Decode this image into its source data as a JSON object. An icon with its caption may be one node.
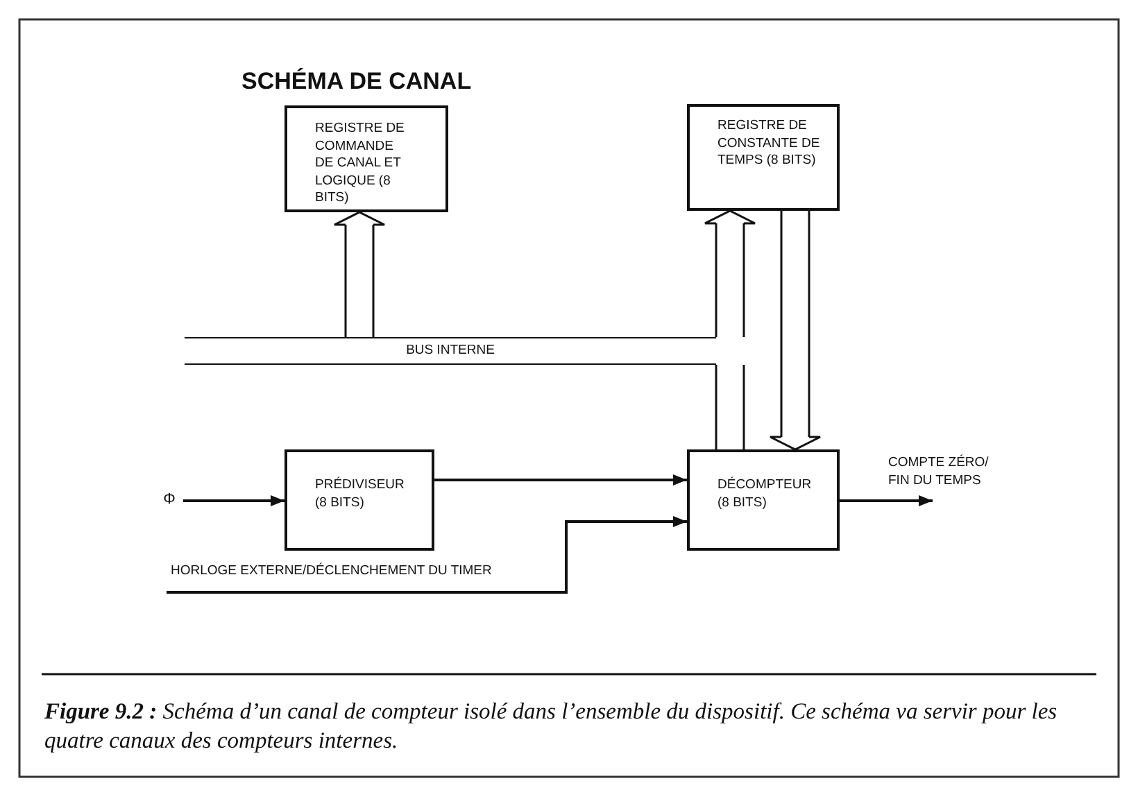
{
  "diagram": {
    "title": "SCHÉMA DE CANAL",
    "caption": "**Figure 9.2 :** Schéma d’un canal de compteur isolé dans l’ensemble du dispositif. Ce schéma va servir pour les quatre canaux des compteurs internes.",
    "nodes": [
      {
        "text": [
          "REGISTRE DE COMMANDE DE CANAL ET LOGIQUE (8 BITS)"
        ]
      },
      {
        "text": [
          "REGISTRE DE CONSTANTE DE TEMPS (8 BITS)"
        ]
      },
      {
        "text": [
          "PRÉDIVISEUR (8 BITS)"
        ]
      },
      {
        "text": [
          "DÉCOMPTEUR (8 BITS)"
        ]
      },
      {
        "text": [
          "Φ"
        ]
      },
      {
        "text": [
          "BUS INTERNE"
        ]
      }
    ],
    "edges": [
      {
        "from": 5,
        "to": 0,
        "arrow": "to"
      },
      {
        "from": 5,
        "to": 1,
        "arrow": "to"
      },
      {
        "from": 5,
        "to": 3,
        "arrow": "none"
      },
      {
        "from": 1,
        "to": 3,
        "arrow": "to"
      },
      {
        "from": 4,
        "to": 2,
        "arrow": "to"
      },
      {
        "from": 2,
        "to": 3,
        "arrow": "to"
      },
      {
        "from": null,
        "to": 3,
        "arrow": "to",
        "label": "HORLOGE EXTERNE/DÉCLENCHEMENT DU TIMER"
      },
      {
        "from": 3,
        "to": null,
        "arrow": "to",
        "label": "COMPTE ZÉRO/ FIN DU TEMPS"
      }
    ]
  }
}
